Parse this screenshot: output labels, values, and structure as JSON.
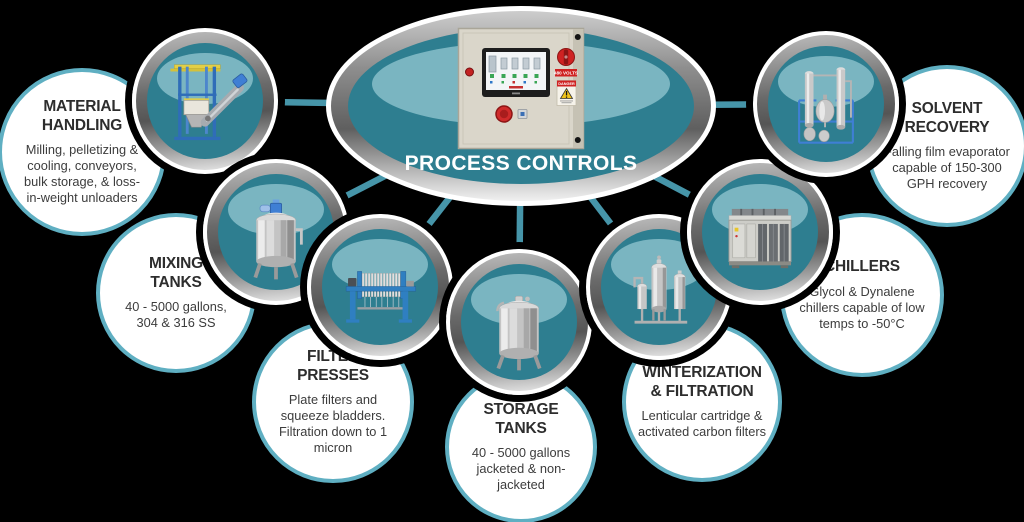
{
  "center": {
    "title": "PROCESS CONTROLS",
    "icon": "control-panel-icon",
    "panel": {
      "volts_label": "480 VOLTS",
      "danger_label": "DANGER"
    }
  },
  "nodes": [
    {
      "id": "material-handling",
      "heading": "MATERIAL\nHANDLING",
      "body": "Milling, pelletizing & cooling, conveyors, bulk storage, & loss-in-weight unloaders",
      "icon": "bulk-bag-unloader-icon"
    },
    {
      "id": "mixing-tanks",
      "heading": "MIXING\nTANKS",
      "body": "40 - 5000 gallons, 304 & 316 SS",
      "icon": "mixing-tank-icon"
    },
    {
      "id": "filter-presses",
      "heading": "FILTER PRESSES",
      "body": "Plate filters and squeeze bladders. Filtration down to 1 micron",
      "icon": "filter-press-icon"
    },
    {
      "id": "storage-tanks",
      "heading": "STORAGE\nTANKS",
      "body": "40 - 5000 gallons jacketed & non-jacketed",
      "icon": "storage-tank-icon"
    },
    {
      "id": "winterization-filtration",
      "heading": "WINTERIZATION\n& FILTRATION",
      "body": "Lenticular cartridge & activated carbon filters",
      "icon": "winterization-filters-icon"
    },
    {
      "id": "chillers",
      "heading": "CHILLERS",
      "body": "Glycol & Dynalene chillers capable of low temps to -50°C",
      "icon": "chiller-icon"
    },
    {
      "id": "solvent-recovery",
      "heading": "SOLVENT\nRECOVERY",
      "body": "Falling film evaporator capable of 150-300 GPH recovery",
      "icon": "falling-film-evaporator-icon"
    }
  ],
  "colors": {
    "background": "#000000",
    "teal_dark": "#2e7e90",
    "teal_highlight": "#7ab5c1",
    "bubble_border": "#5fafc2",
    "connector_line": "#4695a9",
    "heading_text": "#2d2d2d",
    "body_text": "#3c3c3c",
    "title_text": "#ffffff"
  }
}
